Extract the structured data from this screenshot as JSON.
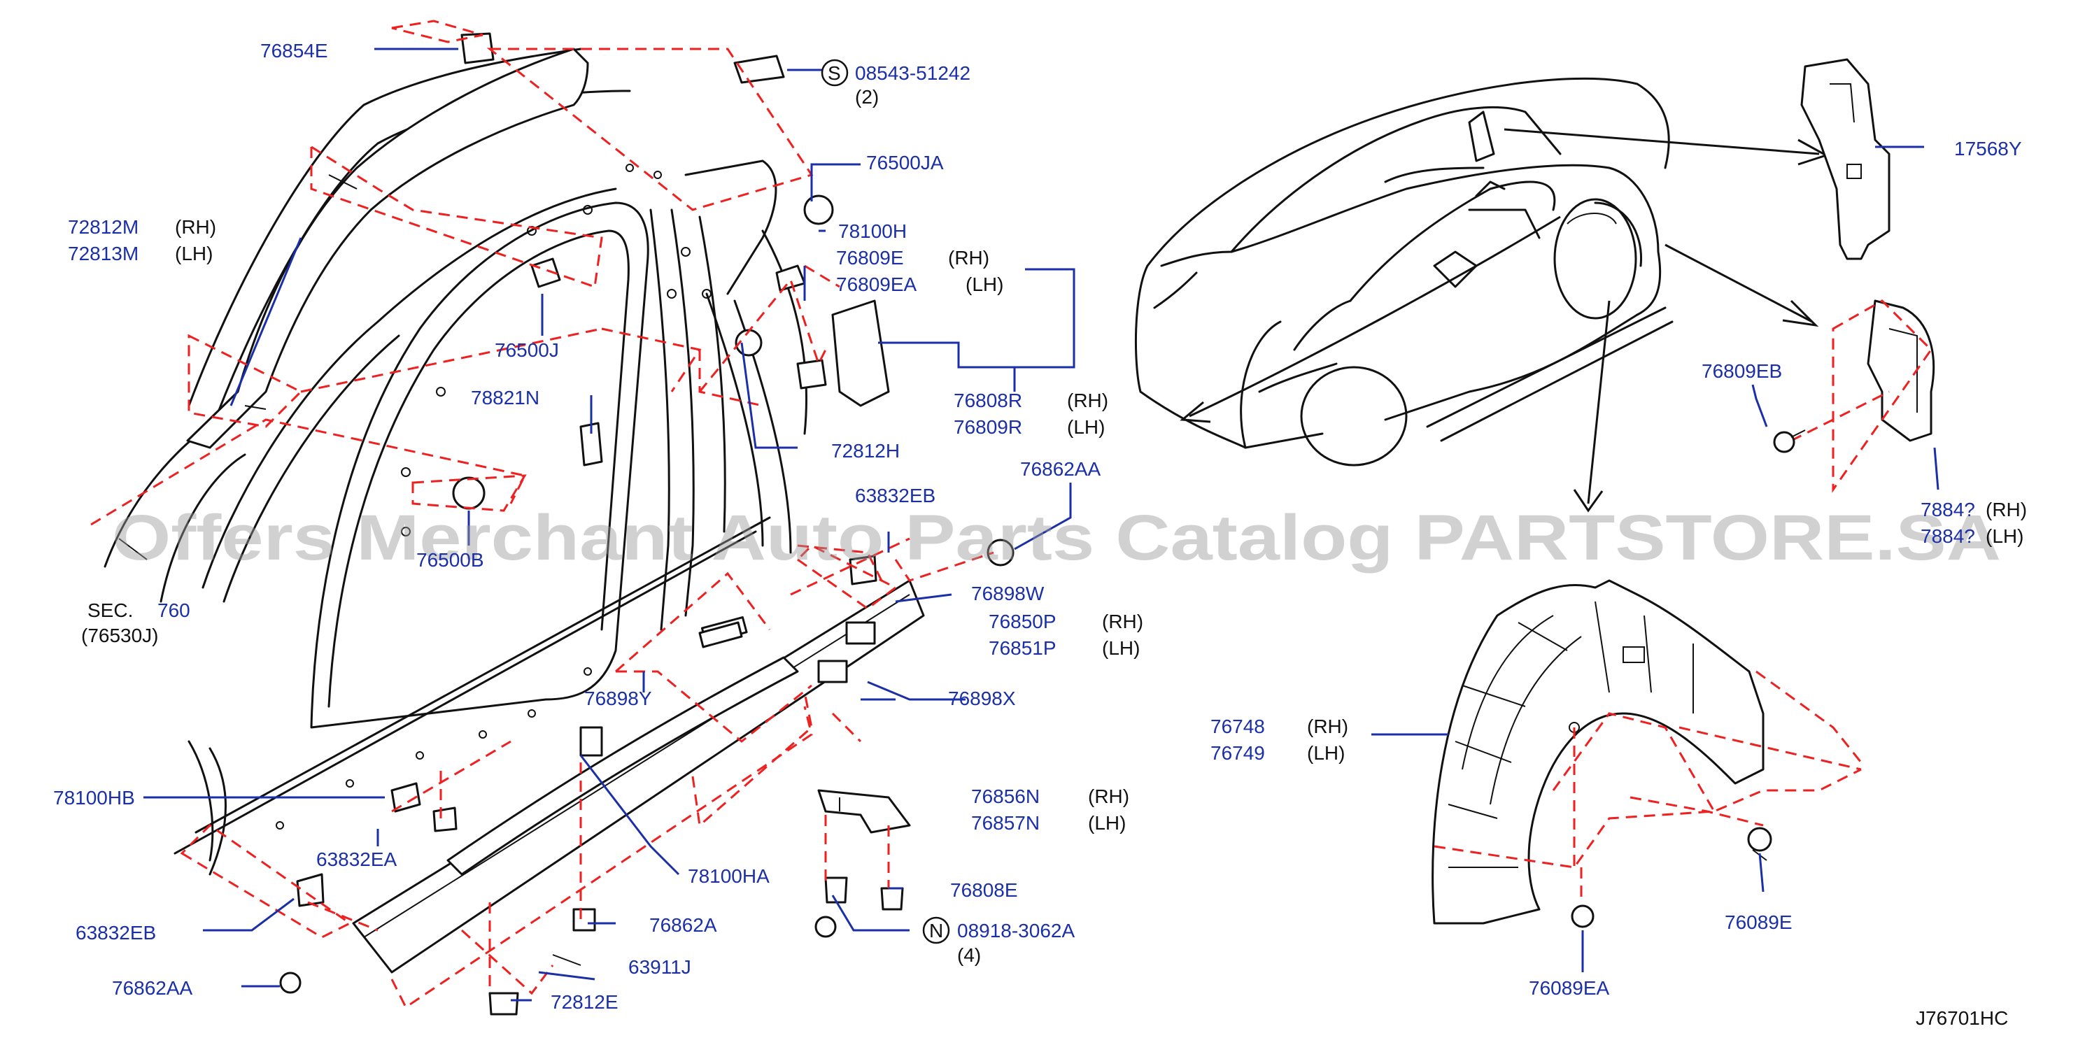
{
  "diagram_code": "J76701HC",
  "watermark": "Offers Merchant Auto Parts Catalog PARTSTORE.SA",
  "colors": {
    "part_number": "#1b2fa8",
    "dash_line": "#ee2020",
    "linework": "#111111"
  },
  "labels": {
    "p76854E": "76854E",
    "p08543": "08543-51242",
    "q08543": "(2)",
    "s_marker": "S",
    "p76500JA": "76500JA",
    "p78100H": "78100H",
    "p72812M": "72812M",
    "p72813M": "72813M",
    "p76809E": "76809E",
    "p76809EA": "76809EA",
    "p76500J": "76500J",
    "p76808R": "76808R",
    "p76809R": "76809R",
    "p78821N": "78821N",
    "p72812H": "72812H",
    "p76500B": "76500B",
    "p63832EB_top": "63832EB",
    "p76862AA_top": "76862AA",
    "sec_label": "SEC.",
    "sec_num": "760",
    "sec_ref": "(76530J)",
    "p76898W": "76898W",
    "p76850P": "76850P",
    "p76851P": "76851P",
    "p76898Y": "76898Y",
    "p76898X": "76898X",
    "p78100HB": "78100HB",
    "p63832EA": "63832EA",
    "p63832EB_bot": "63832EB",
    "p76862AA_bot": "76862AA",
    "p78100HA": "78100HA",
    "p76862A": "76862A",
    "p63911J": "63911J",
    "p72812E": "72812E",
    "p76856N": "76856N",
    "p76857N": "76857N",
    "p76808E": "76808E",
    "p08918": "08918-3062A",
    "q08918": "(4)",
    "n_marker": "N",
    "p17568Y": "17568Y",
    "p76809EB": "76809EB",
    "p7884x_rh": "7884?",
    "p7884x_lh": "7884?",
    "p76748": "76748",
    "p76749": "76749",
    "p76089E": "76089E",
    "p76089EA": "76089EA"
  },
  "sides": {
    "rh": "(RH)",
    "lh": "(LH)"
  }
}
